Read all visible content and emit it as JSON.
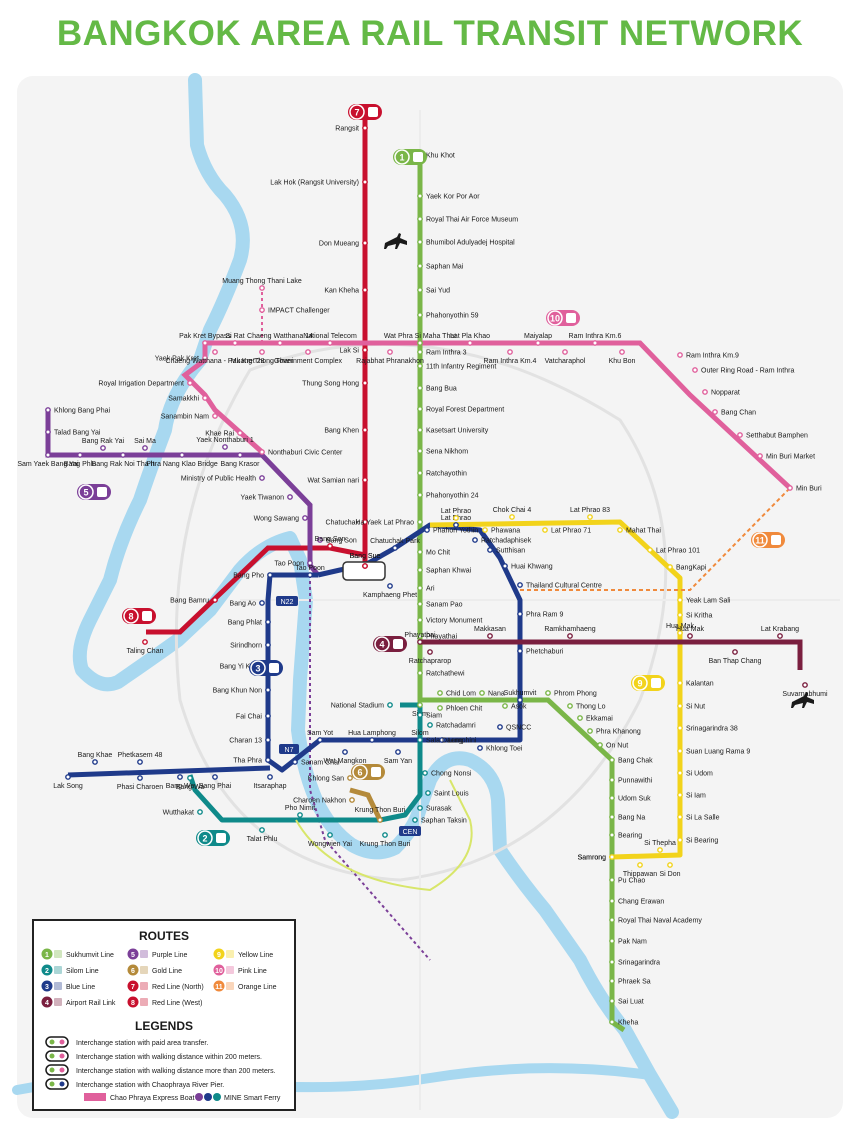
{
  "title": "BANGKOK AREA RAIL TRANSIT NETWORK",
  "colors": {
    "sukhumvit": "#7ab648",
    "silom": "#0f8a8a",
    "blue": "#1f3a8a",
    "airport": "#7a1f3f",
    "purple": "#7b3f98",
    "gold": "#b48a3a",
    "red_north": "#c8102e",
    "red_west": "#c8102e",
    "yellow": "#f2d31b",
    "pink": "#e0609c",
    "orange": "#f08a3c",
    "river": "#a8d8f0"
  },
  "line_badges": [
    {
      "num": "1",
      "line": "sukhumvit"
    },
    {
      "num": "2",
      "line": "silom"
    },
    {
      "num": "3",
      "line": "blue"
    },
    {
      "num": "4",
      "line": "airport"
    },
    {
      "num": "5",
      "line": "purple"
    },
    {
      "num": "6",
      "line": "gold"
    },
    {
      "num": "7",
      "line": "red_north"
    },
    {
      "num": "8",
      "line": "red_west"
    },
    {
      "num": "9",
      "line": "yellow"
    },
    {
      "num": "10",
      "line": "pink"
    },
    {
      "num": "11",
      "line": "orange"
    }
  ],
  "stations": {
    "red_north": [
      "Rangsit",
      "Lak Hok (Rangsit University)",
      "Don Mueang",
      "Kan Kheha",
      "Lak Si",
      "Thung Song Hong",
      "Bang Khen",
      "Wat Samian nari",
      "Chatuchak",
      "Bang Sue"
    ],
    "sukhumvit": [
      "Khu Khot",
      "Yaek Kor Por Aor",
      "Royal Thai Air Force Museum",
      "Bhumibol Adulyadej Hospital",
      "Saphan Mai",
      "Sai Yud",
      "Phahonyothin 59",
      "Wat Phra Si Maha That",
      "Ram Inthra 3",
      "11th Infantry Regiment",
      "Bang Bua",
      "Royal Forest Department",
      "Kasetsart University",
      "Sena Nikhom",
      "Ratchayothin",
      "Phahonyothin 24",
      "Ha Yaek Lat Phrao",
      "Mo Chit",
      "Saphan Khwai",
      "Ari",
      "Sanam Pao",
      "Victory Monument",
      "Phayathai",
      "Ratchathewi",
      "Siam",
      "Chid Lom",
      "Phloen Chit",
      "Nana",
      "Asok",
      "Phrom Phong",
      "Thong Lo",
      "Ekkamai",
      "Phra Khanong",
      "On Nut",
      "Bang Chak",
      "Punnawithi",
      "Udom Suk",
      "Bang Na",
      "Bearing",
      "Samrong",
      "Pu Chao",
      "Chang Erawan",
      "Royal Thai Naval Academy",
      "Pak Nam",
      "Srinagarindra",
      "Phraek Sa",
      "Sai Luat",
      "Kheha"
    ],
    "pink": [
      "Pak Kret Bypass",
      "Si Rat",
      "Chaeng Watthana 14",
      "National Telecom",
      "Yaek Pak Kret",
      "Chaeng Watthana - Pak Kret 28",
      "Muang Thong Thani",
      "Government Complex",
      "Rajabhat Phranakhon",
      "Lat Pla Khao",
      "Ram Inthra Km.4",
      "Maiyalap",
      "Vatcharaphol",
      "Ram Inthra Km.6",
      "Khu Bon",
      "Ram Inthra Km.9",
      "Outer Ring Road - Ram Inthra",
      "Nopparat",
      "Bang Chan",
      "Setthabut Bamphen",
      "Min Buri Market",
      "Min Buri",
      "Royal Irrigation Department",
      "Samakkhi",
      "Sanambin Nam",
      "Khae Rai",
      "Nonthaburi Civic Center",
      "Muang Thong Thani Lake",
      "IMPACT Challenger"
    ],
    "purple": [
      "Khlong Bang Phai",
      "Talad Bang Yai",
      "Sam Yaek Bang Yai",
      "Bang Phlu",
      "Bang Rak Yai",
      "Bang Rak Noi Tha It",
      "Sai Ma",
      "Phra Nang Klao Bridge",
      "Yaek Nonthaburi 1",
      "Bang Krasor",
      "Ministry of Public Health",
      "Yaek Tiwanon",
      "Wong Sawang",
      "Bang Son",
      "Tao Poon"
    ],
    "blue": [
      "Tao Poon",
      "Bang Pho",
      "Bang Ao",
      "Bang Phlat",
      "Sirindhorn",
      "Bang Yi Khan",
      "Bang Khun Non",
      "Fai Chai",
      "Charan 13",
      "Tha Phra",
      "Itsaraphap",
      "Sanam Chai",
      "Sam Yot",
      "Wat Mangkon",
      "Hua Lamphong",
      "Sam Yan",
      "Silom",
      "Lumphini",
      "Khlong Toei",
      "QSNCC",
      "Sukhumvit",
      "Phetchaburi",
      "Phra Ram 9",
      "Thailand Cultural Centre",
      "Huai Khwang",
      "Sutthisan",
      "Ratchadaphisek",
      "Lat Phrao",
      "Phahon Yothin",
      "Chatuchak Park",
      "Kamphaeng Phet",
      "Bang Phai",
      "Bang Wa",
      "Phetkasem 48",
      "Phasi Charoen",
      "Bang Khae",
      "Lak Song"
    ],
    "yellow": [
      "Lat Phrao",
      "Phawana",
      "Chok Chai 4",
      "Lat Phrao 71",
      "Lat Phrao 83",
      "Mahat Thai",
      "Lat Phrao 101",
      "BangKapi",
      "Yeak Lam Sali",
      "Si Kritha",
      "Hua Mak",
      "Kalantan",
      "Si Nut",
      "Srinagarindra 38",
      "Suan Luang Rama 9",
      "Si Udom",
      "Si Iam",
      "Si La Salle",
      "Si Bearing",
      "Si Thepha",
      "Thippawan",
      "Si Don",
      "Samrong"
    ],
    "airport": [
      "Phayathai",
      "Ratchaprarop",
      "Makkasan",
      "Ramkhamhaeng",
      "Hua Mak",
      "Ban Thap Chang",
      "Lat Krabang",
      "Suvarnabhumi"
    ],
    "red_west": [
      "Bang Sue",
      "Bang Son",
      "Bang Bamru",
      "Taling Chan"
    ],
    "silom": [
      "National Stadium",
      "Siam",
      "Ratchadamri",
      "Sala Daeng",
      "Chong Nonsi",
      "Saint Louis",
      "Surasak",
      "Saphan Taksin",
      "Krung Thon Buri",
      "Wongwien Yai",
      "Pho Nimit",
      "Talat Phlu",
      "Wutthakat",
      "Bang Wa"
    ],
    "gold": [
      "Krung Thon Buri",
      "Charoen Nakhon",
      "Khlong San"
    ]
  },
  "badges": {
    "n22": "N22",
    "n7": "N7",
    "cen": "CEN"
  },
  "legend": {
    "routes_title": "ROUTES",
    "routes": [
      {
        "num": "1",
        "label": "Sukhumvit Line",
        "line": "sukhumvit"
      },
      {
        "num": "5",
        "label": "Purple Line",
        "line": "purple"
      },
      {
        "num": "9",
        "label": "Yellow Line",
        "line": "yellow"
      },
      {
        "num": "2",
        "label": "Silom Line",
        "line": "silom"
      },
      {
        "num": "6",
        "label": "Gold Line",
        "line": "gold"
      },
      {
        "num": "10",
        "label": "Pink Line",
        "line": "pink"
      },
      {
        "num": "3",
        "label": "Blue Line",
        "line": "blue"
      },
      {
        "num": "7",
        "label": "Red Line (North)",
        "line": "red_north"
      },
      {
        "num": "11",
        "label": "Orange Line",
        "line": "orange"
      },
      {
        "num": "4",
        "label": "Airport Rail Link",
        "line": "airport"
      },
      {
        "num": "8",
        "label": "Red Line (West)",
        "line": "red_west"
      }
    ],
    "legends_title": "LEGENDS",
    "legends": [
      "Interchange station with paid area transfer.",
      "Interchange station with walking distance within 200 meters.",
      "Interchange station with walking distance more than 200 meters.",
      "Interchange station with Chaophraya River Pier."
    ],
    "boat": "Chao Phraya Express Boat",
    "ferry": "MINE Smart Ferry"
  }
}
